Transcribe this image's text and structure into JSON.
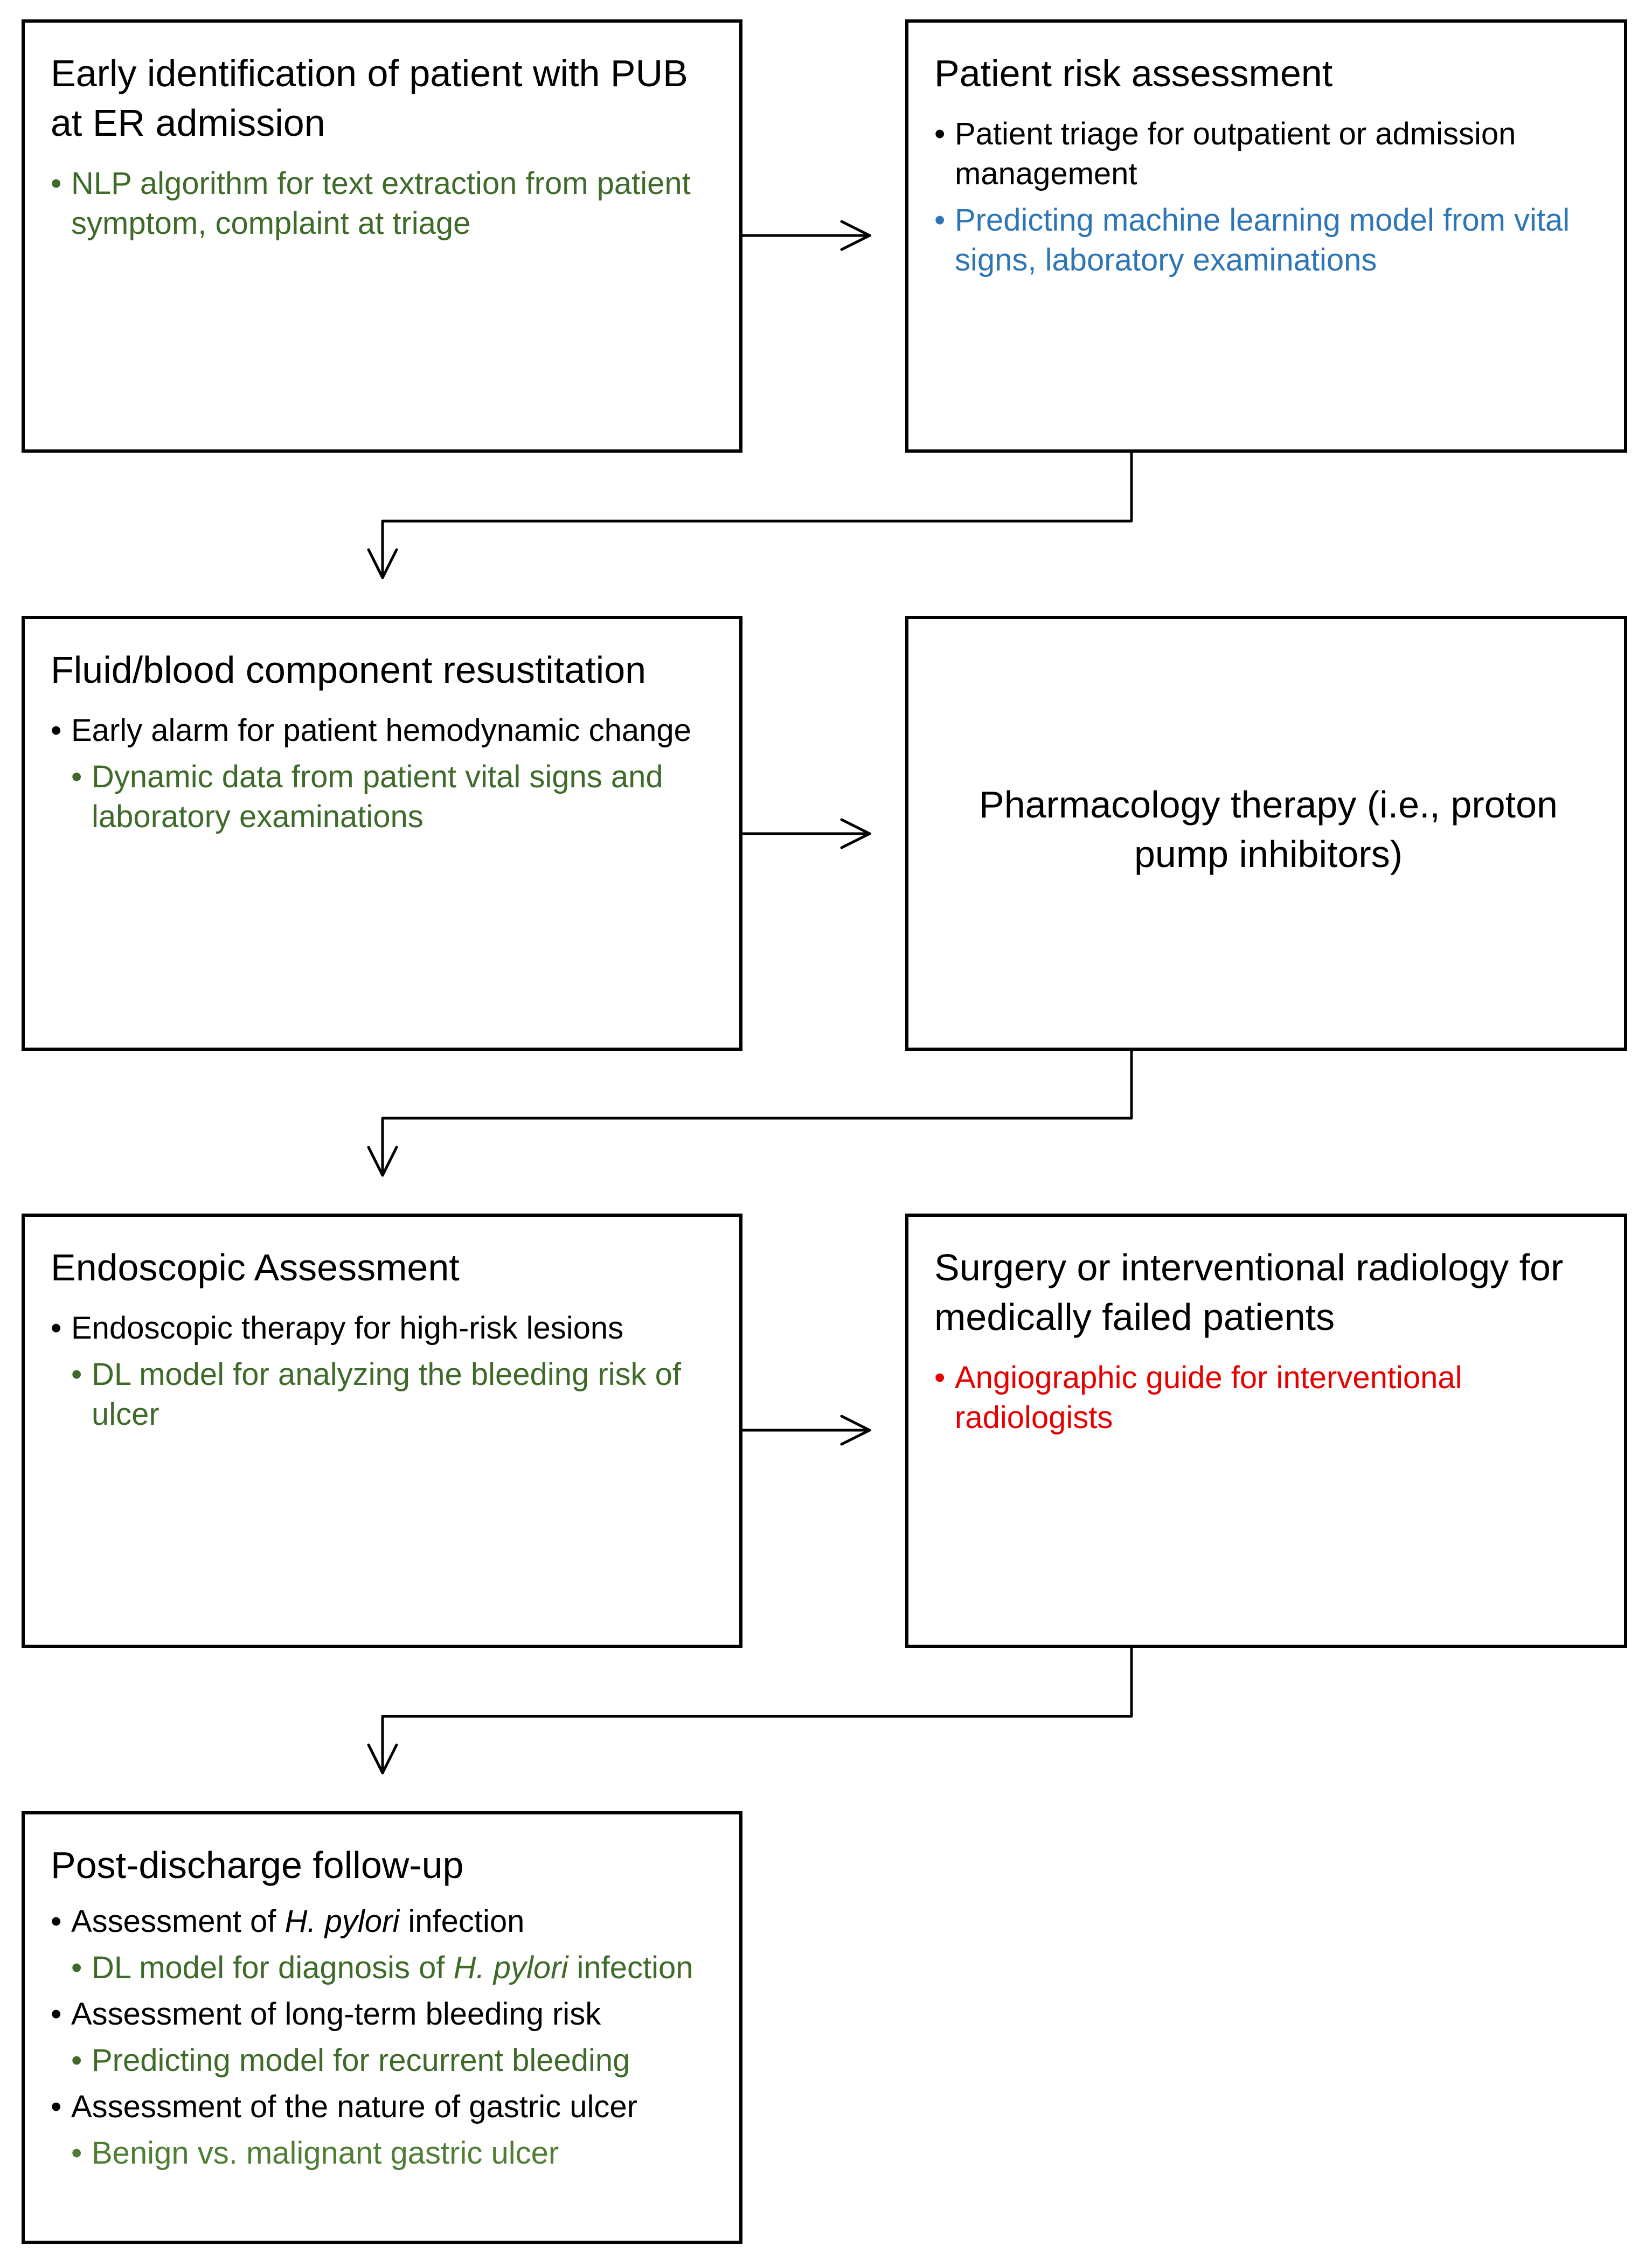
{
  "boxes": {
    "early_identification": {
      "title": "Early identification of patient with PUB at ER admission",
      "items": [
        {
          "text": "NLP algorithm for text extraction from patient symptom, complaint at triage",
          "color": "#3f6b2a"
        }
      ]
    },
    "risk_assessment": {
      "title": "Patient risk assessment",
      "items": [
        {
          "text": "Patient triage for outpatient or admission management",
          "color": "#000000"
        },
        {
          "text": "Predicting machine learning model from vital signs, laboratory examinations",
          "color": "#2e75b6"
        }
      ]
    },
    "resuscitation": {
      "title": "Fluid/blood component resustitation",
      "items": [
        {
          "text": "Early alarm for patient hemodynamic change",
          "color": "#000000"
        },
        {
          "text": "Dynamic data from patient vital signs and laboratory examinations",
          "color": "#3f6b2a"
        }
      ]
    },
    "pharmacology": {
      "title": "Pharmacology therapy (i.e., proton pump inhibitors)"
    },
    "endoscopic": {
      "title": "Endoscopic Assessment",
      "items": [
        {
          "text": "Endoscopic therapy for high-risk lesions",
          "color": "#000000"
        },
        {
          "text": "DL model for analyzing the bleeding risk of ulcer",
          "color": "#3f6b2a"
        }
      ]
    },
    "surgery": {
      "title": "Surgery or interventional radiology for medically failed patients",
      "items": [
        {
          "text": "Angiographic guide for interventional radiologists",
          "color": "#e60000"
        }
      ]
    },
    "followup": {
      "title": "Post-discharge follow-up",
      "items": [
        {
          "before": "Assessment of ",
          "italic": "H. pylori",
          "after": " infection",
          "color": "#000000"
        },
        {
          "before": "DL model for diagnosis of ",
          "italic": "H. pylori",
          "after": " infection",
          "color": "#3f6b2a"
        },
        {
          "text": "Assessment of long-term bleeding risk",
          "color": "#000000"
        },
        {
          "text": "Predicting model for recurrent bleeding",
          "color": "#3f6b2a"
        },
        {
          "text": "Assessment of the nature of gastric ulcer",
          "color": "#000000"
        },
        {
          "text": "Benign vs. malignant gastric ulcer",
          "color": "#4e7d34"
        }
      ]
    }
  },
  "bullet": "•",
  "connectors": [
    {
      "from": "early_identification",
      "to": "risk_assessment"
    },
    {
      "from": "risk_assessment",
      "to": "resuscitation"
    },
    {
      "from": "resuscitation",
      "to": "pharmacology"
    },
    {
      "from": "pharmacology",
      "to": "endoscopic"
    },
    {
      "from": "endoscopic",
      "to": "surgery"
    },
    {
      "from": "surgery",
      "to": "followup"
    }
  ]
}
